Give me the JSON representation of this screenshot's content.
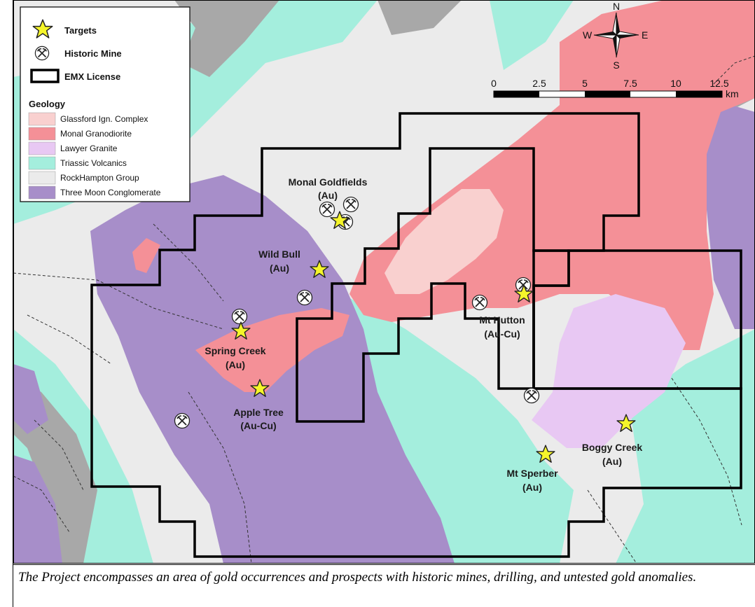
{
  "legend": {
    "targets_label": "Targets",
    "historic_mine_label": "Historic Mine",
    "license_label": "EMX License",
    "geology_heading": "Geology",
    "geology_units": [
      {
        "label": "Glassford Ign. Complex",
        "color": "#f9d0cf"
      },
      {
        "label": "Monal Granodiorite",
        "color": "#f49097"
      },
      {
        "label": "Lawyer Granite",
        "color": "#e8c8f3"
      },
      {
        "label": "Triassic Volcanics",
        "color": "#a4eedd"
      },
      {
        "label": "RockHampton Group",
        "color": "#ebebeb"
      },
      {
        "label": "Three Moon Conglomerate",
        "color": "#a78ec9"
      }
    ]
  },
  "compass": {
    "n": "N",
    "s": "S",
    "e": "E",
    "w": "W"
  },
  "scale_bar": {
    "ticks": [
      "0",
      "2.5",
      "5",
      "7.5",
      "10",
      "12.5"
    ],
    "unit": "km"
  },
  "targets": [
    {
      "name": "Monal Goldfields",
      "commodity": "(Au)"
    },
    {
      "name": "Wild Bull",
      "commodity": "(Au)"
    },
    {
      "name": "Spring Creek",
      "commodity": "(Au)"
    },
    {
      "name": "Apple Tree",
      "commodity": "(Au-Cu)"
    },
    {
      "name": "Mt Hutton",
      "commodity": "(Au-Cu)"
    },
    {
      "name": "Boggy Creek",
      "commodity": "(Au)"
    },
    {
      "name": "Mt Sperber",
      "commodity": "(Au)"
    }
  ],
  "caption": "The Project encompasses an area of gold occurrences and prospects with historic mines, drilling, and untested gold anomalies.",
  "colors": {
    "targets_star": "#f5f52a",
    "license_outline": "#000000",
    "grey_unit": "#a8a8a8"
  }
}
